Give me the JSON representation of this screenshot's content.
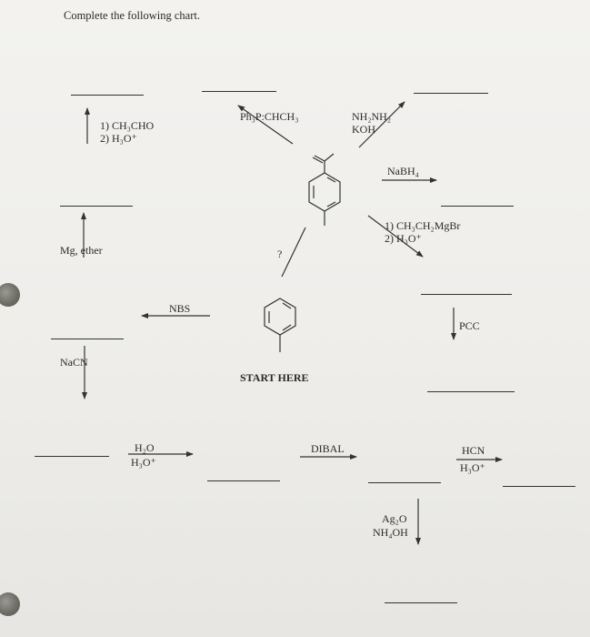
{
  "title": "Complete the following chart.",
  "start": "START HERE",
  "reagents": {
    "wittig": "Ph₃P:CHCH₃",
    "wolff_1": "NH₂NH₂",
    "wolff_2": "KOH",
    "nabh4": "NaBH₄",
    "grignard_1": "1) CH₃CH₂MgBr",
    "grignard_2": "2) H₃O⁺",
    "acetaldehyde_1": "1) CH₃CHO",
    "acetaldehyde_2": "2) H₃O⁺",
    "mg": "Mg, ether",
    "question": "?",
    "nbs": "NBS",
    "nacn": "NaCN",
    "hydrolysis_1": "H₂O",
    "hydrolysis_2": "H₃O⁺",
    "dibal": "DIBAL",
    "hcn_1": "HCN",
    "hcn_2": "H₃O⁺",
    "pcc": "PCC",
    "tollens_1": "Ag₂O",
    "tollens_2": "NH₄OH"
  }
}
